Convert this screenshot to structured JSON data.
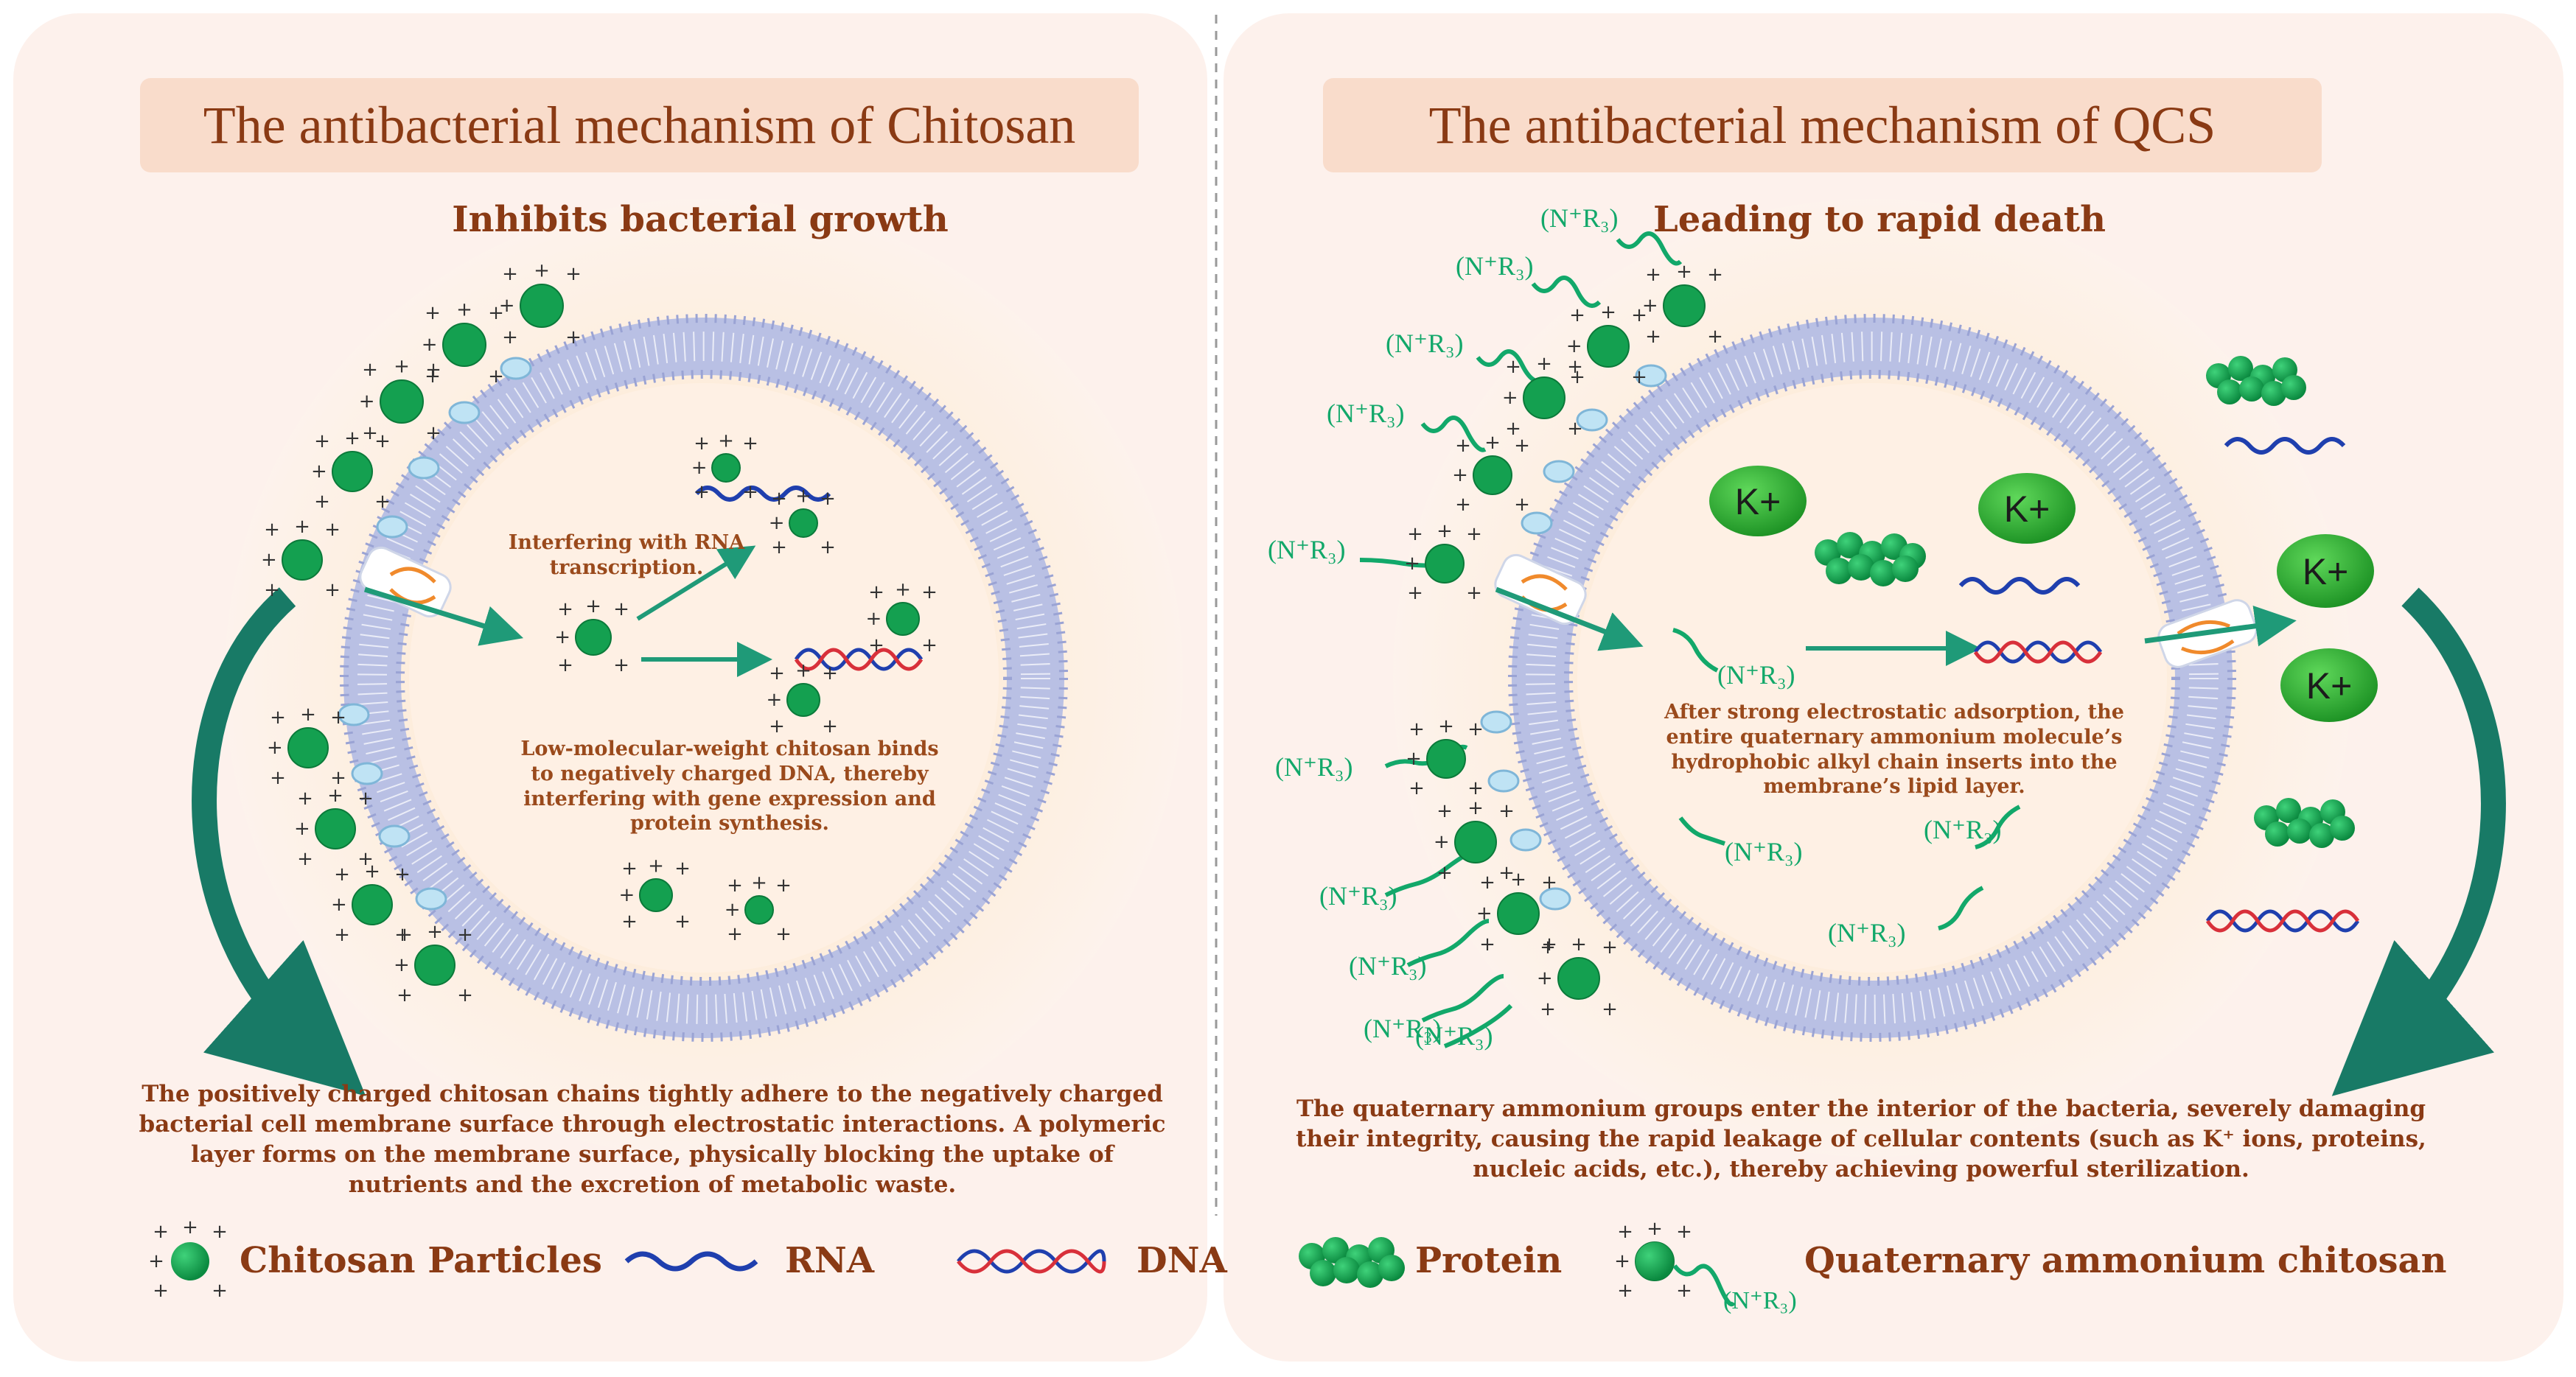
{
  "left_panel": {
    "title": "The antibacterial mechanism of Chitosan",
    "subtitle": "Inhibits bacterial growth",
    "rna_note": "Interfering with RNA transcription.",
    "dna_note": "Low-molecular-weight chitosan binds to negatively charged DNA, thereby interfering with gene expression and protein synthesis.",
    "description": "The positively charged chitosan chains tightly adhere to the negatively charged bacterial cell membrane surface through electrostatic interactions. A polymeric layer forms on the membrane surface, physically blocking the uptake of nutrients and the excretion of metabolic waste."
  },
  "right_panel": {
    "title": "The antibacterial mechanism of QCS",
    "subtitle": "Leading to rapid death",
    "inner_note": "After strong electrostatic adsorption, the entire quaternary ammonium molecule’s hydrophobic alkyl chain inserts into the membrane’s lipid layer.",
    "description": "The quaternary ammonium groups enter the interior of the bacteria, severely damaging their integrity, causing the rapid leakage of cellular contents (such as K⁺ ions, proteins, nucleic acids, etc.), thereby achieving powerful sterilization.",
    "k_ion_label": "K+",
    "group_label": "(N⁺R₃)"
  },
  "legend": {
    "chitosan": "Chitosan Particles",
    "rna": "RNA",
    "dna": "DNA",
    "protein": "Protein",
    "qac": "Quaternary ammonium chitosan",
    "qac_group": "(N⁺R₃)"
  },
  "colors": {
    "panel_bg": "#fdf1ec",
    "title_bg": "#f9dccb",
    "text_brown": "#8a3a14",
    "particle_green": "#14a050",
    "arrow_teal": "#1f9a78",
    "membrane_blue": "#9aa3d4",
    "rna_blue": "#1f3fae",
    "dna_red": "#d8303a"
  }
}
